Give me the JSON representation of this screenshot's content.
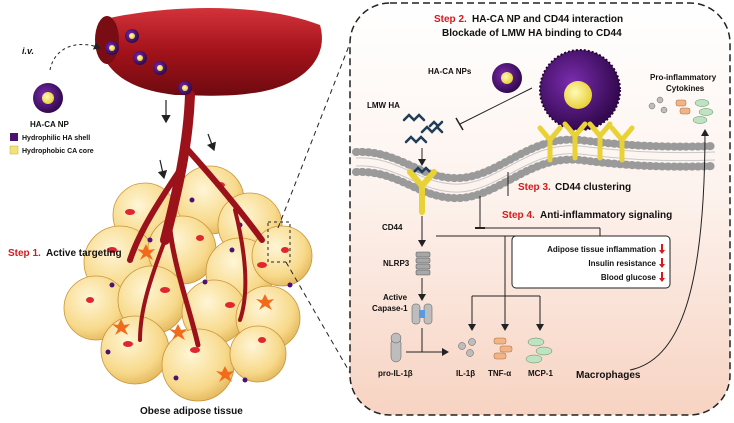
{
  "left": {
    "iv": "i.v.",
    "np_label": "HA-CA NP",
    "legend_shell": "Hydrophilic HA shell",
    "legend_core": "Hydrophobic CA core",
    "step1_num": "Step 1.",
    "step1_text": "Active targeting",
    "tissue_caption": "Obese adipose tissue"
  },
  "right": {
    "step2_num": "Step 2.",
    "step2_line1": "HA-CA NP and CD44 interaction",
    "step2_line2": "Blockade of LMW HA binding to CD44",
    "nps_label": "HA-CA NPs",
    "lmw_label": "LMW HA",
    "cytokines_label_1": "Pro-inflammatory",
    "cytokines_label_2": "Cytokines",
    "step3_num": "Step 3.",
    "step3_text": "CD44 clustering",
    "step4_num": "Step 4.",
    "step4_text": "Anti-inflammatory signaling",
    "cd44_label": "CD44",
    "nlrp3_label": "NLRP3",
    "casp_label_1": "Active",
    "casp_label_2": "Capase-1",
    "outcomes": [
      "Adipose tissue inflammation",
      "Insulin resistance",
      "Blood glucose"
    ],
    "pro_il_label": "pro-IL-1β",
    "il1_label": "IL-1β",
    "tnf_label": "TNF-α",
    "mcp_label": "MCP-1",
    "macrophages_label": "Macrophages"
  },
  "colors": {
    "shell": "#4b1273",
    "core": "#f3e27a",
    "vessel": "#a3121a",
    "adipocyte": "#f7d98a",
    "cd44": "#f2e24a",
    "step_red": "#d7191c",
    "panel_bg": "#fbe7dc"
  }
}
